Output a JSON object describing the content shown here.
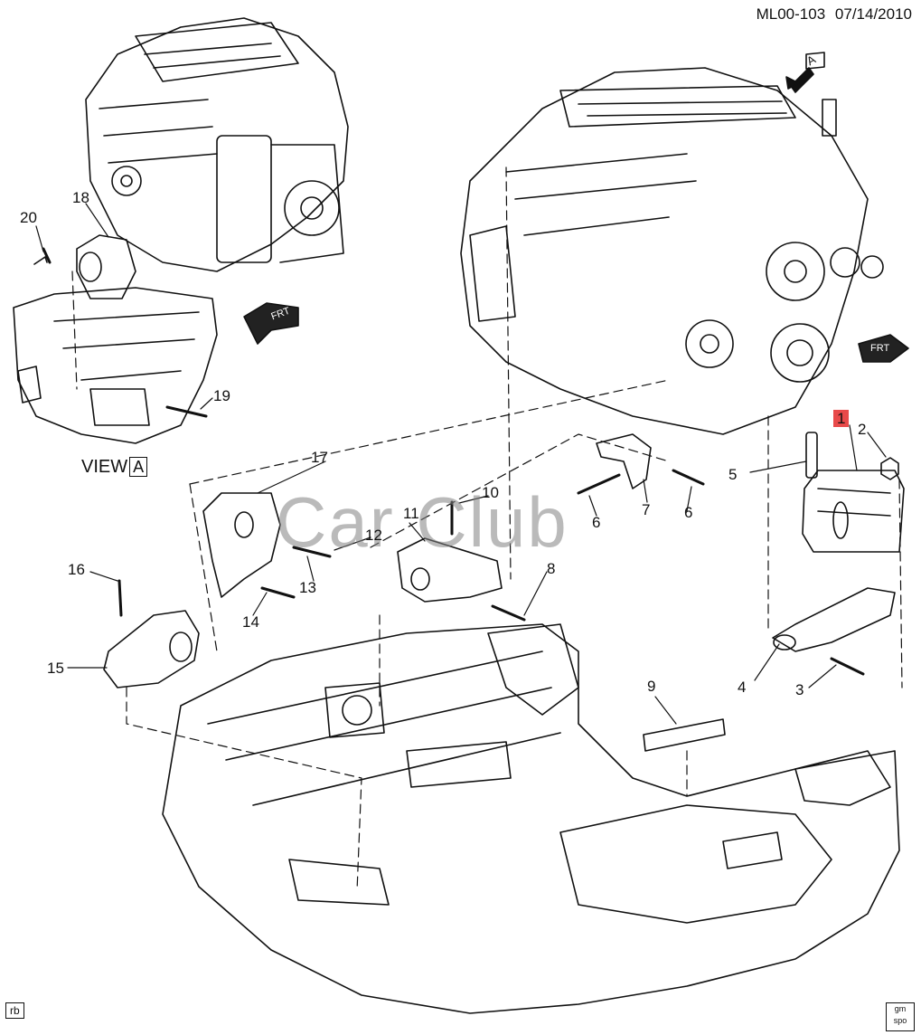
{
  "header": {
    "code": "ML00-103",
    "date": "07/14/2010"
  },
  "view": {
    "prefix": "VIEW",
    "letter": "A"
  },
  "arrow_marker": "A",
  "frt_labels": [
    "FRT",
    "FRT"
  ],
  "watermark": "Car Club",
  "corner_left": "rb",
  "gm_badge": {
    "top": "gm",
    "bottom": "spo"
  },
  "callouts": [
    {
      "n": "1",
      "highlight": true
    },
    {
      "n": "2"
    },
    {
      "n": "3"
    },
    {
      "n": "4"
    },
    {
      "n": "5"
    },
    {
      "n": "6"
    },
    {
      "n": "6"
    },
    {
      "n": "7"
    },
    {
      "n": "8"
    },
    {
      "n": "9"
    },
    {
      "n": "10"
    },
    {
      "n": "11"
    },
    {
      "n": "12"
    },
    {
      "n": "13"
    },
    {
      "n": "14"
    },
    {
      "n": "15"
    },
    {
      "n": "16"
    },
    {
      "n": "17"
    },
    {
      "n": "18"
    },
    {
      "n": "19"
    },
    {
      "n": "20"
    }
  ],
  "colors": {
    "highlight": "#e84a4a",
    "line": "#111111"
  }
}
